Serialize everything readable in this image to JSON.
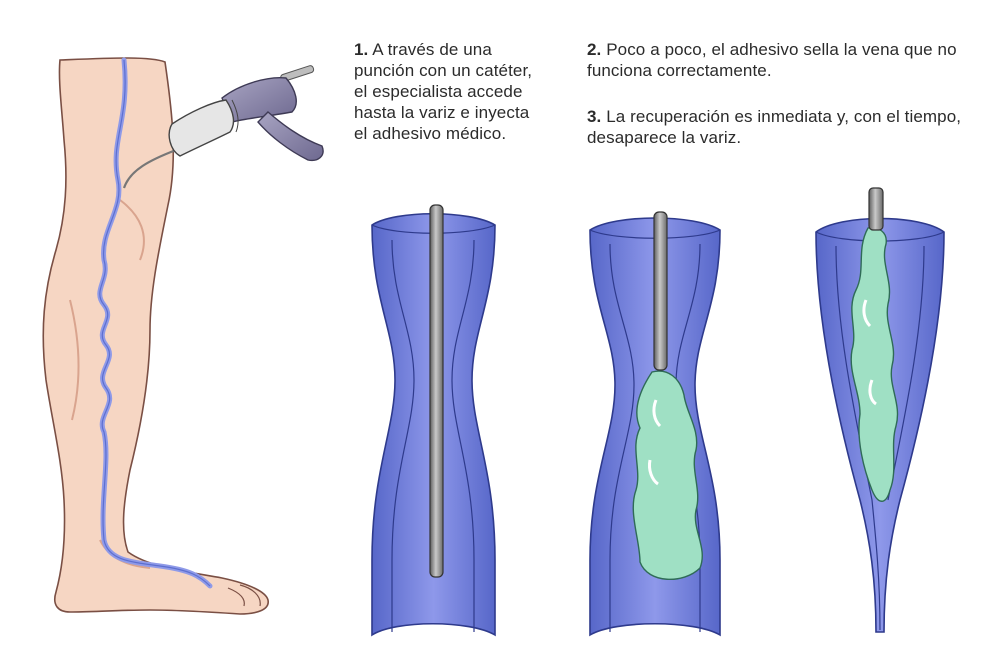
{
  "steps": [
    {
      "number": "1.",
      "text": "A través de una punción con un catéter, el especialista accede hasta la variz e inyecta el adhesivo médico."
    },
    {
      "number": "2.",
      "text": "Poco a poco, el adhesivo sella la vena que no funciona correctamente."
    },
    {
      "number": "3.",
      "text": "La recuperación es inmediata y, con el tiempo, desaparece la variz."
    }
  ],
  "colors": {
    "skin": "#f6d6c3",
    "skin_shadow": "#e8b9a3",
    "vein_wall": "#5d6fd0",
    "vein_inner": "#8f9ae8",
    "catheter": "#9a9a9a",
    "adhesive": "#9fe0c4",
    "device": "#8c87a8"
  },
  "icons": [
    "leg-illustration",
    "injector-device-icon",
    "vein-cross-section-icon"
  ]
}
